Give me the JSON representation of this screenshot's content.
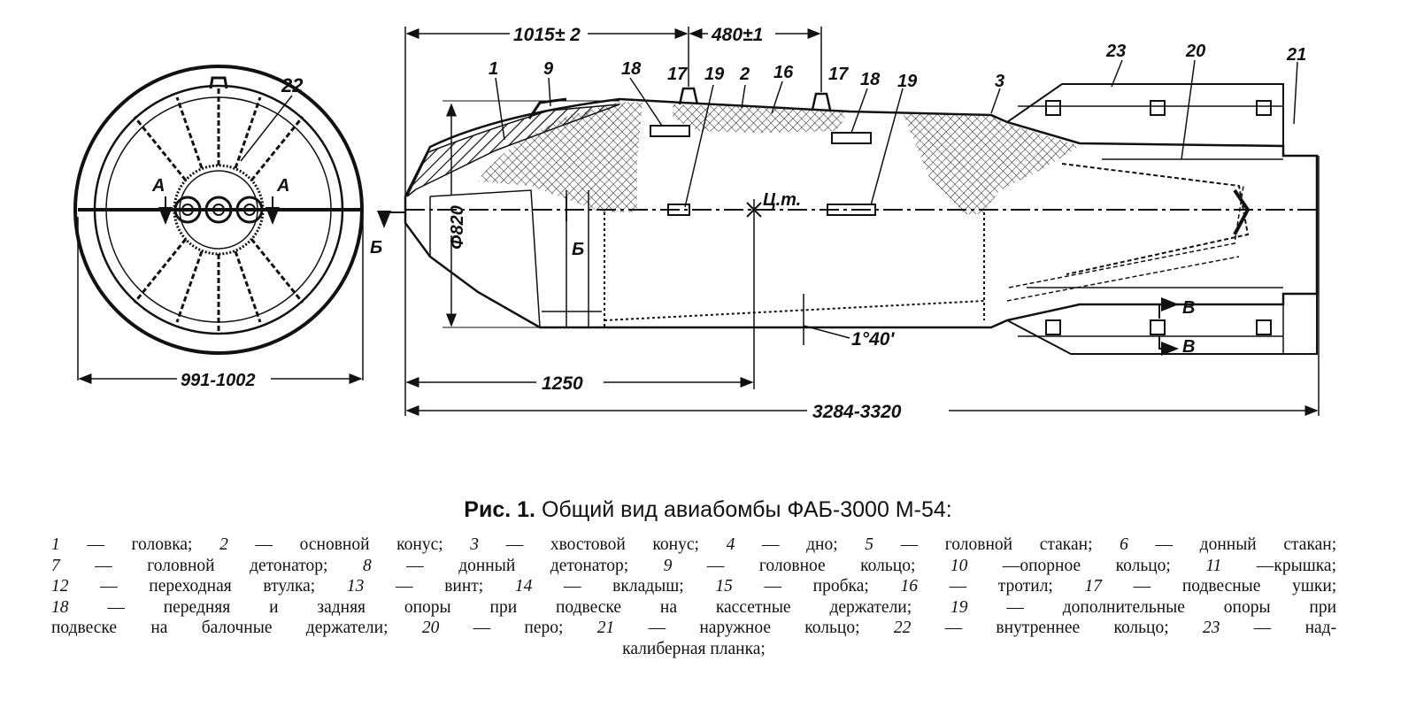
{
  "diagram": {
    "dims": {
      "d1015": "1015± 2",
      "d480": "480±1",
      "d820": "Φ820",
      "d1250": "1250",
      "d3284": "3284-3320",
      "d991": "991-1002",
      "angle": "1°40'",
      "cg": "Ц.т."
    },
    "section_marks": {
      "a_left": "А",
      "a_right": "А",
      "b_top": "Б",
      "b_bottom": "Б",
      "v_top": "В",
      "v_bottom": "В"
    },
    "callouts": {
      "c1": "1",
      "c9": "9",
      "c18a": "18",
      "c17a": "17",
      "c19a": "19",
      "c2": "2",
      "c16": "16",
      "c17b": "17",
      "c18b": "18",
      "c19b": "19",
      "c3": "3",
      "c23": "23",
      "c20": "20",
      "c21": "21",
      "c22": "22"
    }
  },
  "caption": {
    "prefix": "Рис. 1.",
    "text": "Общий вид авиабомбы",
    "model": "ФАБ-3000 М-54:"
  },
  "legend": [
    [
      {
        "n": "1",
        "t": "— головка;"
      },
      {
        "n": "2",
        "t": "— основной конус;"
      },
      {
        "n": "3",
        "t": "— хвостовой конус;"
      },
      {
        "n": "4",
        "t": "— дно;"
      },
      {
        "n": "5",
        "t": "— головной стакан;"
      },
      {
        "n": "6",
        "t": "— донный стакан;"
      }
    ],
    [
      {
        "n": "7",
        "t": "— головной  детонатор;"
      },
      {
        "n": "8",
        "t": "— донный детонатор;"
      },
      {
        "n": "9",
        "t": "— головное кольцо;"
      },
      {
        "n": "10",
        "t": "—опорное кольцо;"
      },
      {
        "n": "11",
        "t": "—крышка;"
      }
    ],
    [
      {
        "n": "12",
        "t": "— переходная   втулка;"
      },
      {
        "n": "13",
        "t": "— винт;"
      },
      {
        "n": "14",
        "t": "— вкладыш;"
      },
      {
        "n": "15",
        "t": "— пробка;"
      },
      {
        "n": "16",
        "t": "— тротил;"
      },
      {
        "n": "17",
        "t": "— подвесные ушки;"
      }
    ],
    [
      {
        "n": "18",
        "t": "— передняя и задняя опоры при подвеске на кассетные держатели;"
      },
      {
        "n": "19",
        "t": "— дополнительные  опоры  при"
      }
    ],
    [
      {
        "n": "",
        "t": "подвеске  на  балочные  держатели;"
      },
      {
        "n": "20",
        "t": "— перо;"
      },
      {
        "n": "21",
        "t": "— наружное кольцо;"
      },
      {
        "n": "22",
        "t": "— внутреннее кольцо;"
      },
      {
        "n": "23",
        "t": "— над-"
      }
    ],
    [
      {
        "n": "",
        "t": "калиберная  планка;"
      }
    ]
  ]
}
